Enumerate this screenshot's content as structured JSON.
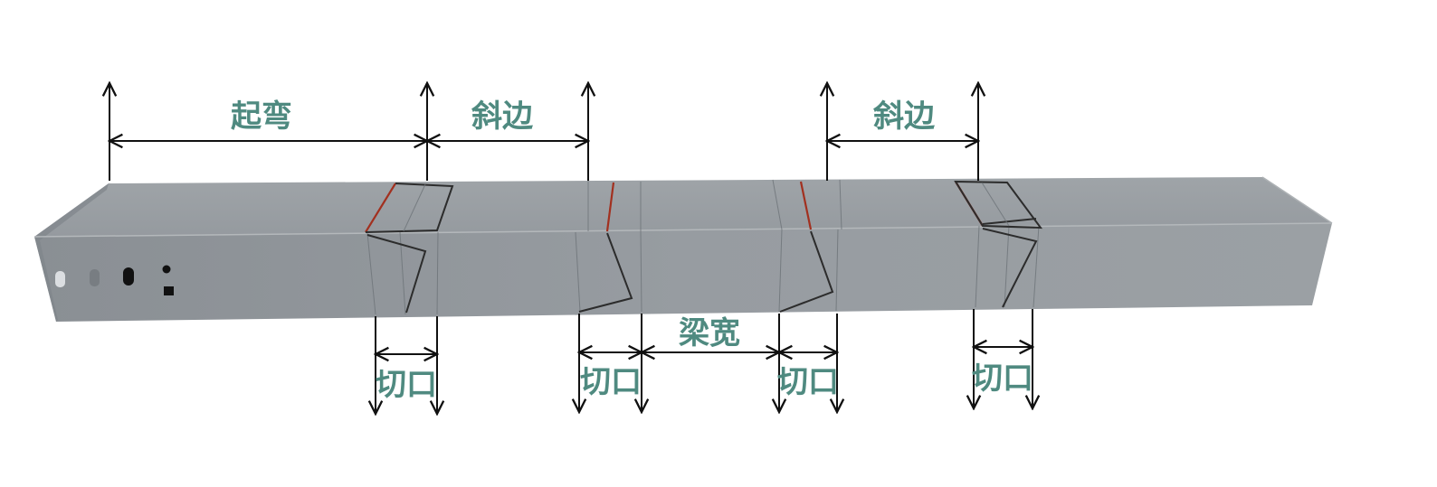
{
  "labels": {
    "bend_start": "起弯",
    "bevel_1": "斜边",
    "bevel_2": "斜边",
    "beam_width": "梁宽",
    "cut_1": "切口",
    "cut_2": "切口",
    "cut_3": "切口",
    "cut_4": "切口"
  },
  "colors": {
    "label": "#4f8a80",
    "duct_top": "#9a9fa3",
    "duct_front": "#8e9398",
    "duct_end": "#7f858a",
    "red_mark": "#a2301f",
    "dimension_line": "#111111"
  }
}
